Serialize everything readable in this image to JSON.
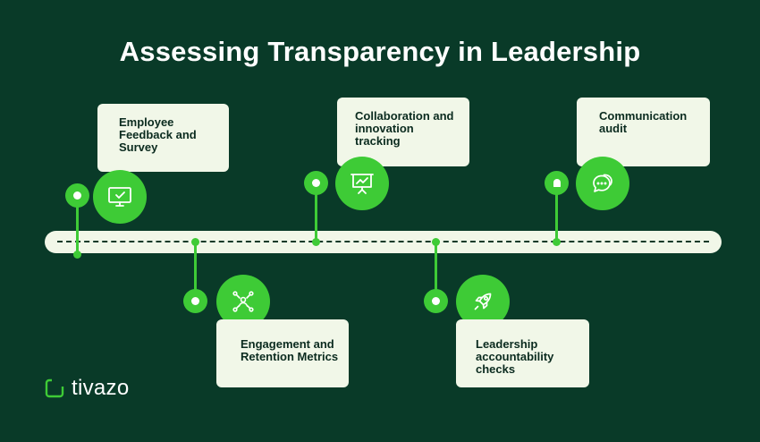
{
  "title": "Assessing Transparency in Leadership",
  "steps": [
    {
      "label": "Employee\nFeedback and\nSurvey",
      "icon": "monitor-check-icon",
      "position": "above"
    },
    {
      "label": "Engagement and\nRetention Metrics",
      "icon": "network-user-icon",
      "position": "below"
    },
    {
      "label": "Collaboration and\ninnovation\ntracking",
      "icon": "presentation-chart-icon",
      "position": "above"
    },
    {
      "label": "Leadership\naccountability\nchecks",
      "icon": "rocket-icon",
      "position": "below"
    },
    {
      "label": "Communication\naudit",
      "icon": "chat-bubbles-icon",
      "position": "above"
    }
  ],
  "logo": {
    "text": "tivazo"
  },
  "colors": {
    "background": "#093a28",
    "accent": "#3ecb36",
    "card": "#f1f7e8",
    "text_dark": "#0b2b1f",
    "title": "#ffffff"
  }
}
